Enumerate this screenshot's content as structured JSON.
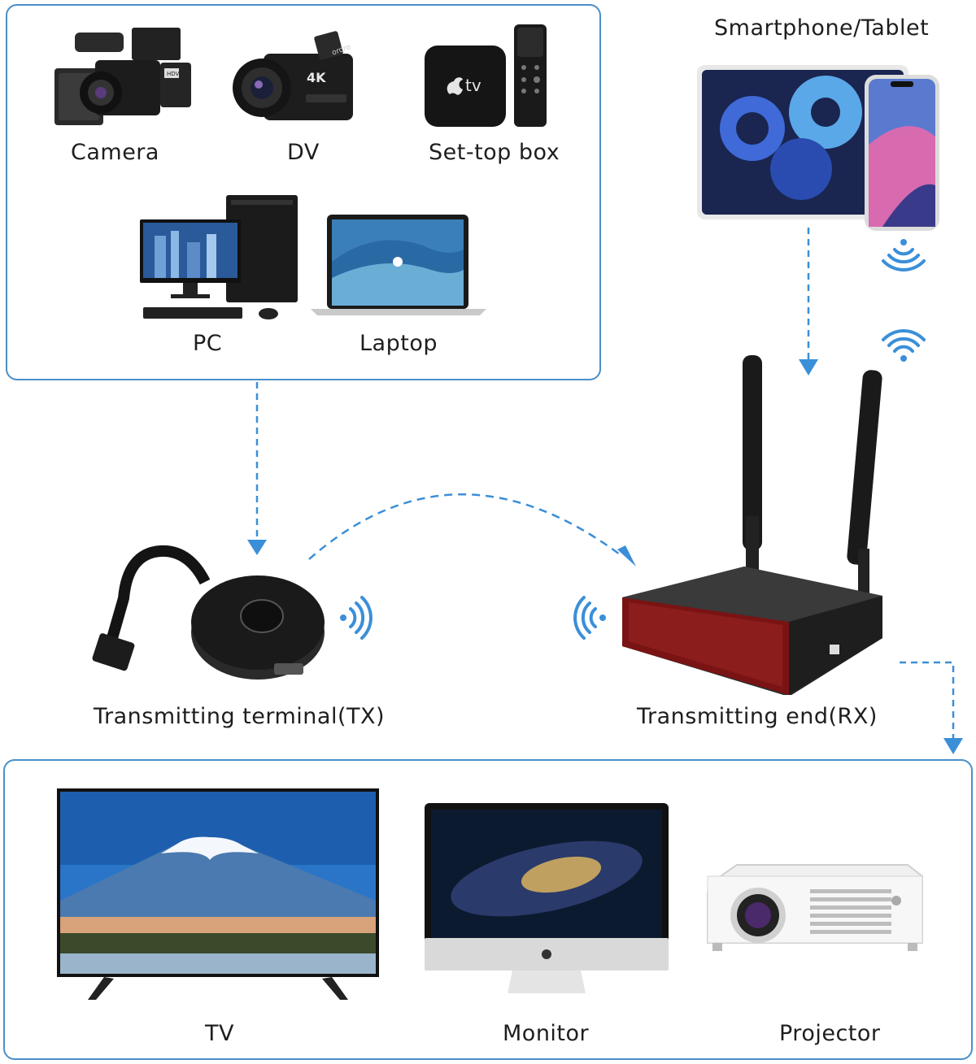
{
  "sources": {
    "camera": "Camera",
    "dv": "DV",
    "settop": "Set-top box",
    "settop_logo": "tv",
    "pc": "PC",
    "laptop": "Laptop"
  },
  "mobile": {
    "label": "Smartphone/Tablet"
  },
  "tx": {
    "label": "Transmitting terminal(TX)"
  },
  "rx": {
    "label": "Transmitting end(RX)"
  },
  "displays": {
    "tv": "TV",
    "monitor": "Monitor",
    "projector": "Projector"
  },
  "colors": {
    "arrow": "#3b8fd8",
    "panel_border": "#4a8fc9",
    "rx_accent": "#7a1414"
  },
  "camera_print": {
    "dv_4k": "4K",
    "dv_brand": "ordro",
    "camera_hd": "HDV"
  }
}
